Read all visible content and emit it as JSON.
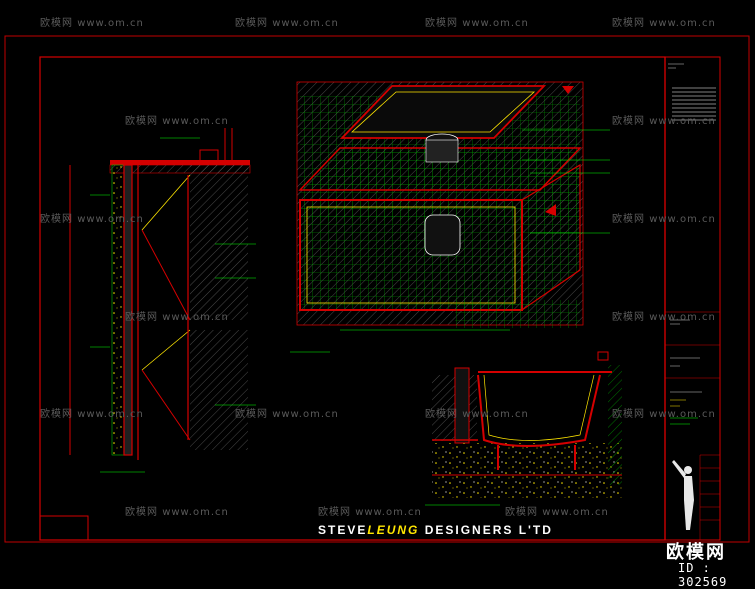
{
  "watermark": {
    "cn": "欧模网",
    "url": "www.om.cn"
  },
  "title_block": {
    "firm": "STEVELEUNG DESIGNERS LTD",
    "firm_a": "STEVE",
    "firm_b": "LEUNG",
    "firm_c": " DESIGNERS L'TD"
  },
  "logo": {
    "name": "欧模网",
    "id_text": "ID : 302569"
  },
  "colors": {
    "background": "#000000",
    "border": "#d40000",
    "accent": "#ffe600",
    "hatch": "#00b400",
    "dim": "#00ff00"
  },
  "icons": [
    "silhouette-logo-icon"
  ]
}
